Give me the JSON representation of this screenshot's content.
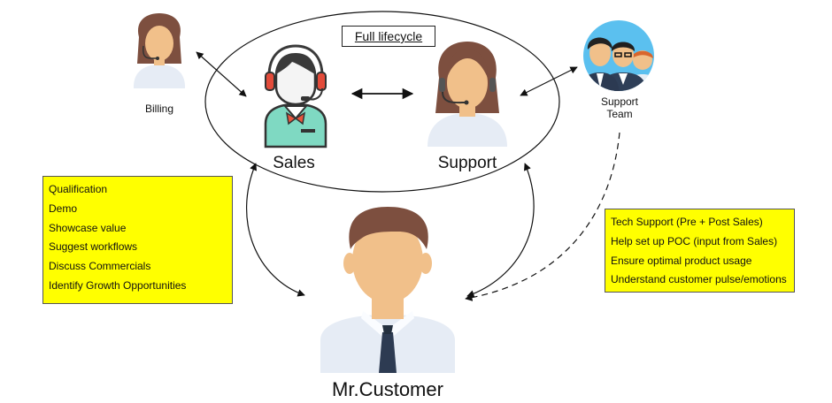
{
  "diagram": {
    "title": "Full lifecycle",
    "nodes": {
      "billing": "Billing",
      "sales": "Sales",
      "support": "Support",
      "support_team": "Support\nTeam",
      "customer": "Mr.Customer"
    },
    "sales_activities": [
      "Qualification",
      "Demo",
      "Showcase value",
      "Suggest workflows",
      "Discuss Commercials",
      "Identify Growth Opportunities"
    ],
    "support_activities": [
      "Tech Support (Pre + Post Sales)",
      "Help set up POC (input from Sales)",
      "Ensure optimal product usage",
      "Understand customer pulse/emotions"
    ],
    "colors": {
      "note_fill": "#ffff00",
      "skin": "#f1c08a",
      "hair": "#7d4f3f",
      "shirt": "#e6ecf5",
      "sales_shirt": "#7fd9c2",
      "sales_tie": "#e8553d",
      "headset": "#e34b3a"
    },
    "icons": [
      "billing-person-icon",
      "sales-agent-icon",
      "support-agent-icon",
      "support-team-icon",
      "customer-icon"
    ]
  }
}
